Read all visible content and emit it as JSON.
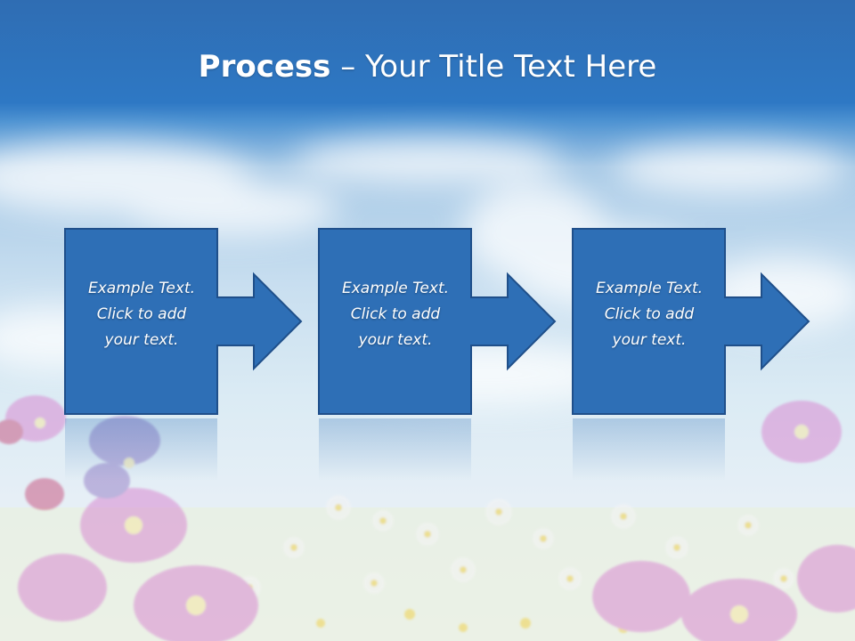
{
  "slide": {
    "title_bold": "Process",
    "title_dash": " – ",
    "title_rest": "Your Title Text Here"
  },
  "steps": [
    {
      "line1": "Example Text.",
      "line2": "Click  to add",
      "line3": "your text."
    },
    {
      "line1": "Example Text.",
      "line2": "Click  to add",
      "line3": "your text."
    },
    {
      "line1": "Example Text.",
      "line2": "Click  to add",
      "line3": "your text."
    }
  ],
  "colors": {
    "header_blue": "#2f6db3",
    "box_fill": "#2e6fb6",
    "box_stroke": "#1f4f8a",
    "text": "#ffffff"
  }
}
